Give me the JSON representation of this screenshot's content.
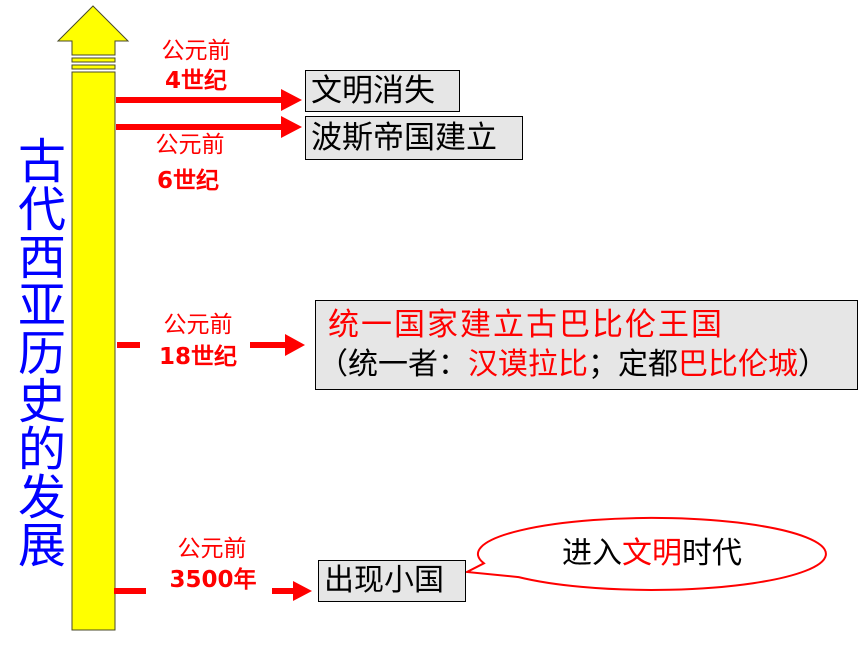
{
  "slide": {
    "vertical_title": "古代西亚历史的发展"
  },
  "colors": {
    "axis_yellow": "#ffff00",
    "arrow_red": "#ff0000",
    "title_blue": "#0000ff",
    "box_gray": "#e6e6e6"
  },
  "events": [
    {
      "era": {
        "line1": "公元前",
        "line2": "4世纪"
      },
      "box": "文明消失"
    },
    {
      "era": {
        "line1": "公元前",
        "line2": "6世纪"
      },
      "box": "波斯帝国建立"
    },
    {
      "era": {
        "line1": "公元前",
        "line2": "18世纪"
      },
      "box_title": "统一国家建立古巴比伦王国",
      "box_detail": [
        {
          "text": "（统一者：",
          "emphasis": false
        },
        {
          "text": "汉谟拉比",
          "emphasis": true
        },
        {
          "text": "；定都",
          "emphasis": false
        },
        {
          "text": "巴比伦城",
          "emphasis": true
        },
        {
          "text": "）",
          "emphasis": false
        }
      ]
    },
    {
      "era": {
        "line1": "公元前",
        "line2": "3500年"
      },
      "box": "出现小国",
      "callout": [
        {
          "text": "进入",
          "emphasis": false
        },
        {
          "text": "文明",
          "emphasis": true
        },
        {
          "text": "时代",
          "emphasis": false
        }
      ]
    }
  ]
}
